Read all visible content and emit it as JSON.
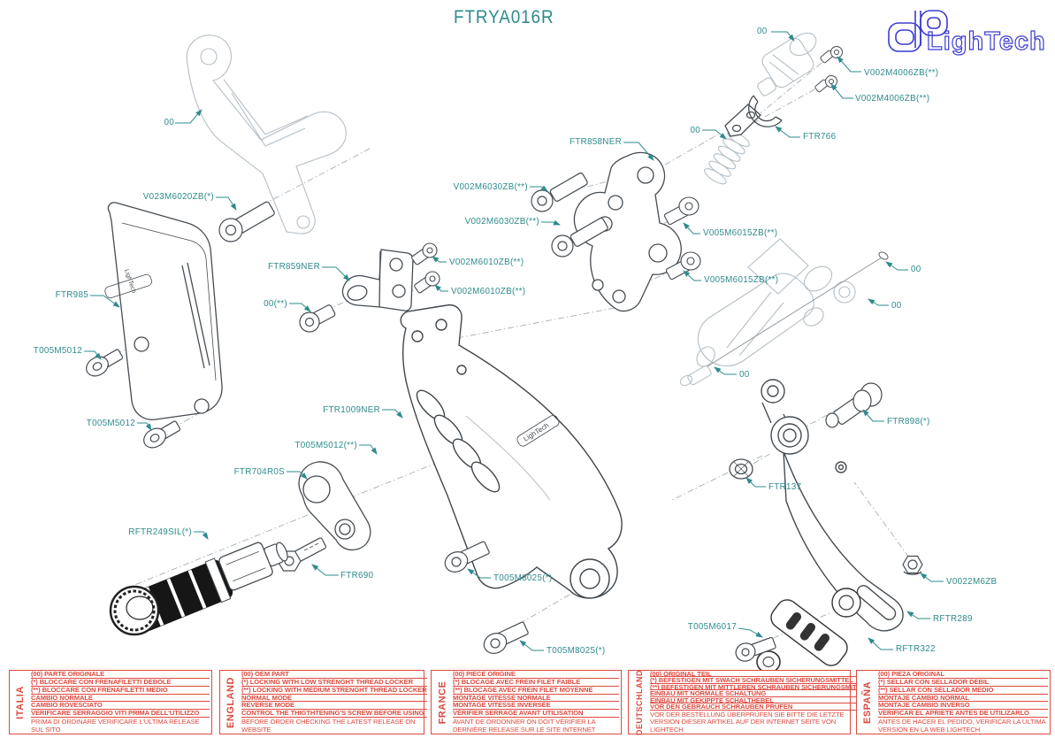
{
  "title": "FTRYA016R",
  "logo": {
    "brand": "LighTech"
  },
  "colors": {
    "callout_teal": "#2e8b8b",
    "table_red": "#dd4a3f",
    "logo_blue": "#3b3bd0"
  },
  "engravings": {
    "plate_logo": "LighTech",
    "heel_logo": "LighTech"
  },
  "callouts": [
    {
      "text": "00"
    },
    {
      "text": "00"
    },
    {
      "text": "V002M4006ZB(**)"
    },
    {
      "text": "V002M4006ZB(**)"
    },
    {
      "text": "FTR766"
    },
    {
      "text": "00"
    },
    {
      "text": "FTR858NER"
    },
    {
      "text": "V002M6030ZB(**)"
    },
    {
      "text": "V002M6030ZB(**)"
    },
    {
      "text": "V023M6020ZB(*)"
    },
    {
      "text": "FTR859NER"
    },
    {
      "text": "V002M6010ZB(**)"
    },
    {
      "text": "V002M6010ZB(**)"
    },
    {
      "text": "V005M6015ZB(**)"
    },
    {
      "text": "V005M6015ZB(**)"
    },
    {
      "text": "FTR985"
    },
    {
      "text": "00(**)"
    },
    {
      "text": "00"
    },
    {
      "text": "00"
    },
    {
      "text": "T005M5012"
    },
    {
      "text": "T005M5012"
    },
    {
      "text": "00"
    },
    {
      "text": "FTR1009NER"
    },
    {
      "text": "T005M5012(**)"
    },
    {
      "text": "FTR704R0S"
    },
    {
      "text": "FTR898(*)"
    },
    {
      "text": "FTR137"
    },
    {
      "text": "RFTR249SIL(*)"
    },
    {
      "text": "FTR690"
    },
    {
      "text": "T005M8025(*)"
    },
    {
      "text": "T005M8025(*)"
    },
    {
      "text": "V0022M6ZB"
    },
    {
      "text": "RFTR289"
    },
    {
      "text": "T005M6017"
    },
    {
      "text": "RFTR322"
    }
  ],
  "table": {
    "columns": [
      {
        "language": "ITALIA",
        "rows": [
          "(00) PARTE ORIGINALE",
          "(*)  BLOCCARE CON FRENAFILETTI DEBOLE",
          "(**) BLOCCARE CON FRENAFILETTI MEDIO",
          "CAMBIO NORMALE",
          "CAMBIO ROVESCIATO",
          "VERIFICARE SERRAGGIO VITI PRIMA DELL'UTILIZZO"
        ],
        "note": "PRIMA DI ORDINARE VERIFICARE L'ULTIMA RELEASE SUL SITO"
      },
      {
        "language": "ENGLAND",
        "rows": [
          "(00) OEM PART",
          "(*)  LOCKING WITH LOW STRENGHT THREAD LOCKER",
          "(**) LOCKING WITH MEDIUM STRENGHT THREAD LOCKER",
          "NORMAL MODE",
          "REVERSE MODE",
          "CONTROL THE THIGTHTENING'S SCREW BEFORE USING"
        ],
        "note": "BEFORE ORDER CHECKING THE LATEST RELEASE ON WEBSITE"
      },
      {
        "language": "FRANCE",
        "rows": [
          "(00) PIECE ORIGINE",
          "(*)   BLOCAGE AVEC FREIN FILET FAIBLE",
          "(**)  BLOCAGE AVEC FREIN FILET MOYENNE",
          "MONTAGE VITESSE NORMALE",
          "MONTAGE VITESSE INVERSÉE",
          "VÉRIFIER SERRAGE AVANT UTILISATION"
        ],
        "note": "AVANT DE ORDONNER ON DOIT VÉRIFIER LA DERNIÈRE RELEASE SUR LE SITE INTERNET"
      },
      {
        "language": "DEUTSCHLAND",
        "rows": [
          "(00) ORIGINAL TEIL",
          "(*)   BEFESTIGEN MIT SWACH SCHRAUBEN SICHERUNGSMITTEL",
          "(**)  BEFESTIGEN MIT MITTLEREN SCHRAUBEN SICHERUNGSMITTEL",
          "EINBAU MIT NORMALE SCHALTUNG",
          "EINBAU MIT GEKIPPTE SCHALTHEBEL",
          "VOR DEN GEBRAUCH SCHRAUBEN PRÜFEN"
        ],
        "note": "VOR DER BESTELLUNG ÜBERPRÜFEN SIE BITTE DIE LETZTE VERSION DIESER ARTIKEL AUF DER INTERNET SEITE VON LIGHTECH"
      },
      {
        "language": "ESPAÑA",
        "rows": [
          "(00) PIEZA ORIGINAL",
          "(*)   SELLAR CON SELLADOR DEBIL",
          "(**)  SELLAR CON SELLADOR MEDIO",
          "MONTAJE  CAMBIO NORMAL",
          "MONTAJE CAMBIO INVERSO",
          "VERIFICAR EL APRIETE ANTES DE UTILIZARLO"
        ],
        "note": "ANTES DE HACER EL PEDIDO, VERIFICAR LA ULTIMA VERSION EN LA WEB LIGHTECH"
      }
    ]
  }
}
